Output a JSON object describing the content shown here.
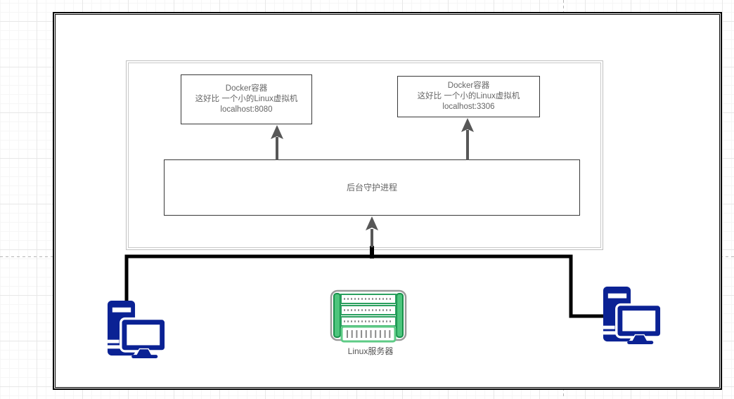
{
  "canvas": {
    "docker_box_1": {
      "title": "Docker容器",
      "subtitle": "这好比 一个小的Linux虚拟机",
      "address": "localhost:8080"
    },
    "docker_box_2": {
      "title": "Docker容器",
      "subtitle": "这好比 一个小的Linux虚拟机",
      "address": "localhost:3306"
    },
    "daemon_box": {
      "label": "后台守护进程"
    },
    "server": {
      "label": "Linux服务器"
    },
    "icons": {
      "left": "desktop-pc-icon",
      "right": "desktop-pc-icon",
      "center": "server-rack-icon"
    },
    "colors": {
      "pc_blue": "#0b2294",
      "server_green": "#2ba05f",
      "server_green_light": "#5ecb86",
      "arrow_gray": "#575757",
      "connector_black": "#000000",
      "box_border": "#383838",
      "text_gray": "#666666",
      "group_border": "#bfbfbf",
      "page_break_gray": "#b5b5b5"
    }
  }
}
